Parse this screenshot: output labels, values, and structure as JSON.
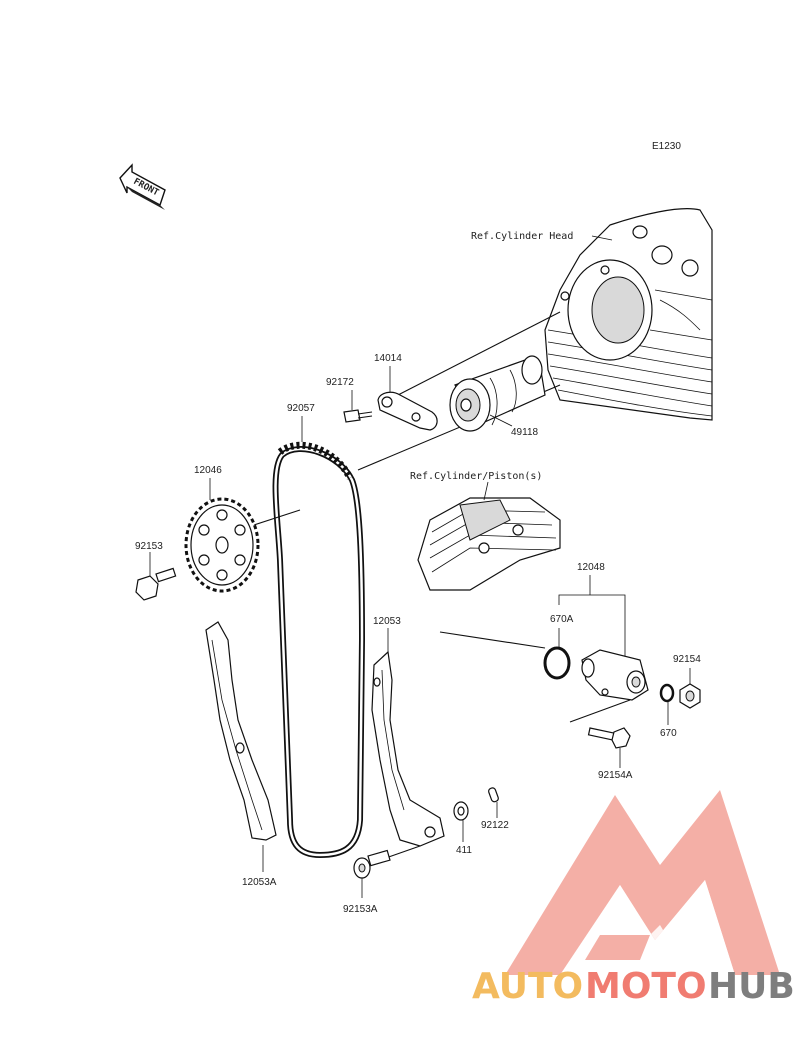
{
  "diagram_code": "E1230",
  "front_label": "FRONT",
  "refs": {
    "cylinder_head": "Ref.Cylinder Head",
    "cylinder_piston": "Ref.Cylinder/Piston(s)"
  },
  "parts": {
    "p14014": "14014",
    "p92172": "92172",
    "p92057": "92057",
    "p49118": "49118",
    "p12046": "12046",
    "p92153": "92153",
    "p12048": "12048",
    "p670A": "670A",
    "p92154": "92154",
    "p670": "670",
    "p92154A": "92154A",
    "p12053": "12053",
    "p12053A": "12053A",
    "p92122": "92122",
    "p411": "411",
    "p92153A": "92153A"
  },
  "watermark": {
    "word_auto": "AUTO",
    "word_moto": "MOTO",
    "word_hub": "HUB",
    "color_auto": "#f2b24a",
    "color_moto": "#ef6b5e",
    "color_hub": "#6d6d6d"
  }
}
